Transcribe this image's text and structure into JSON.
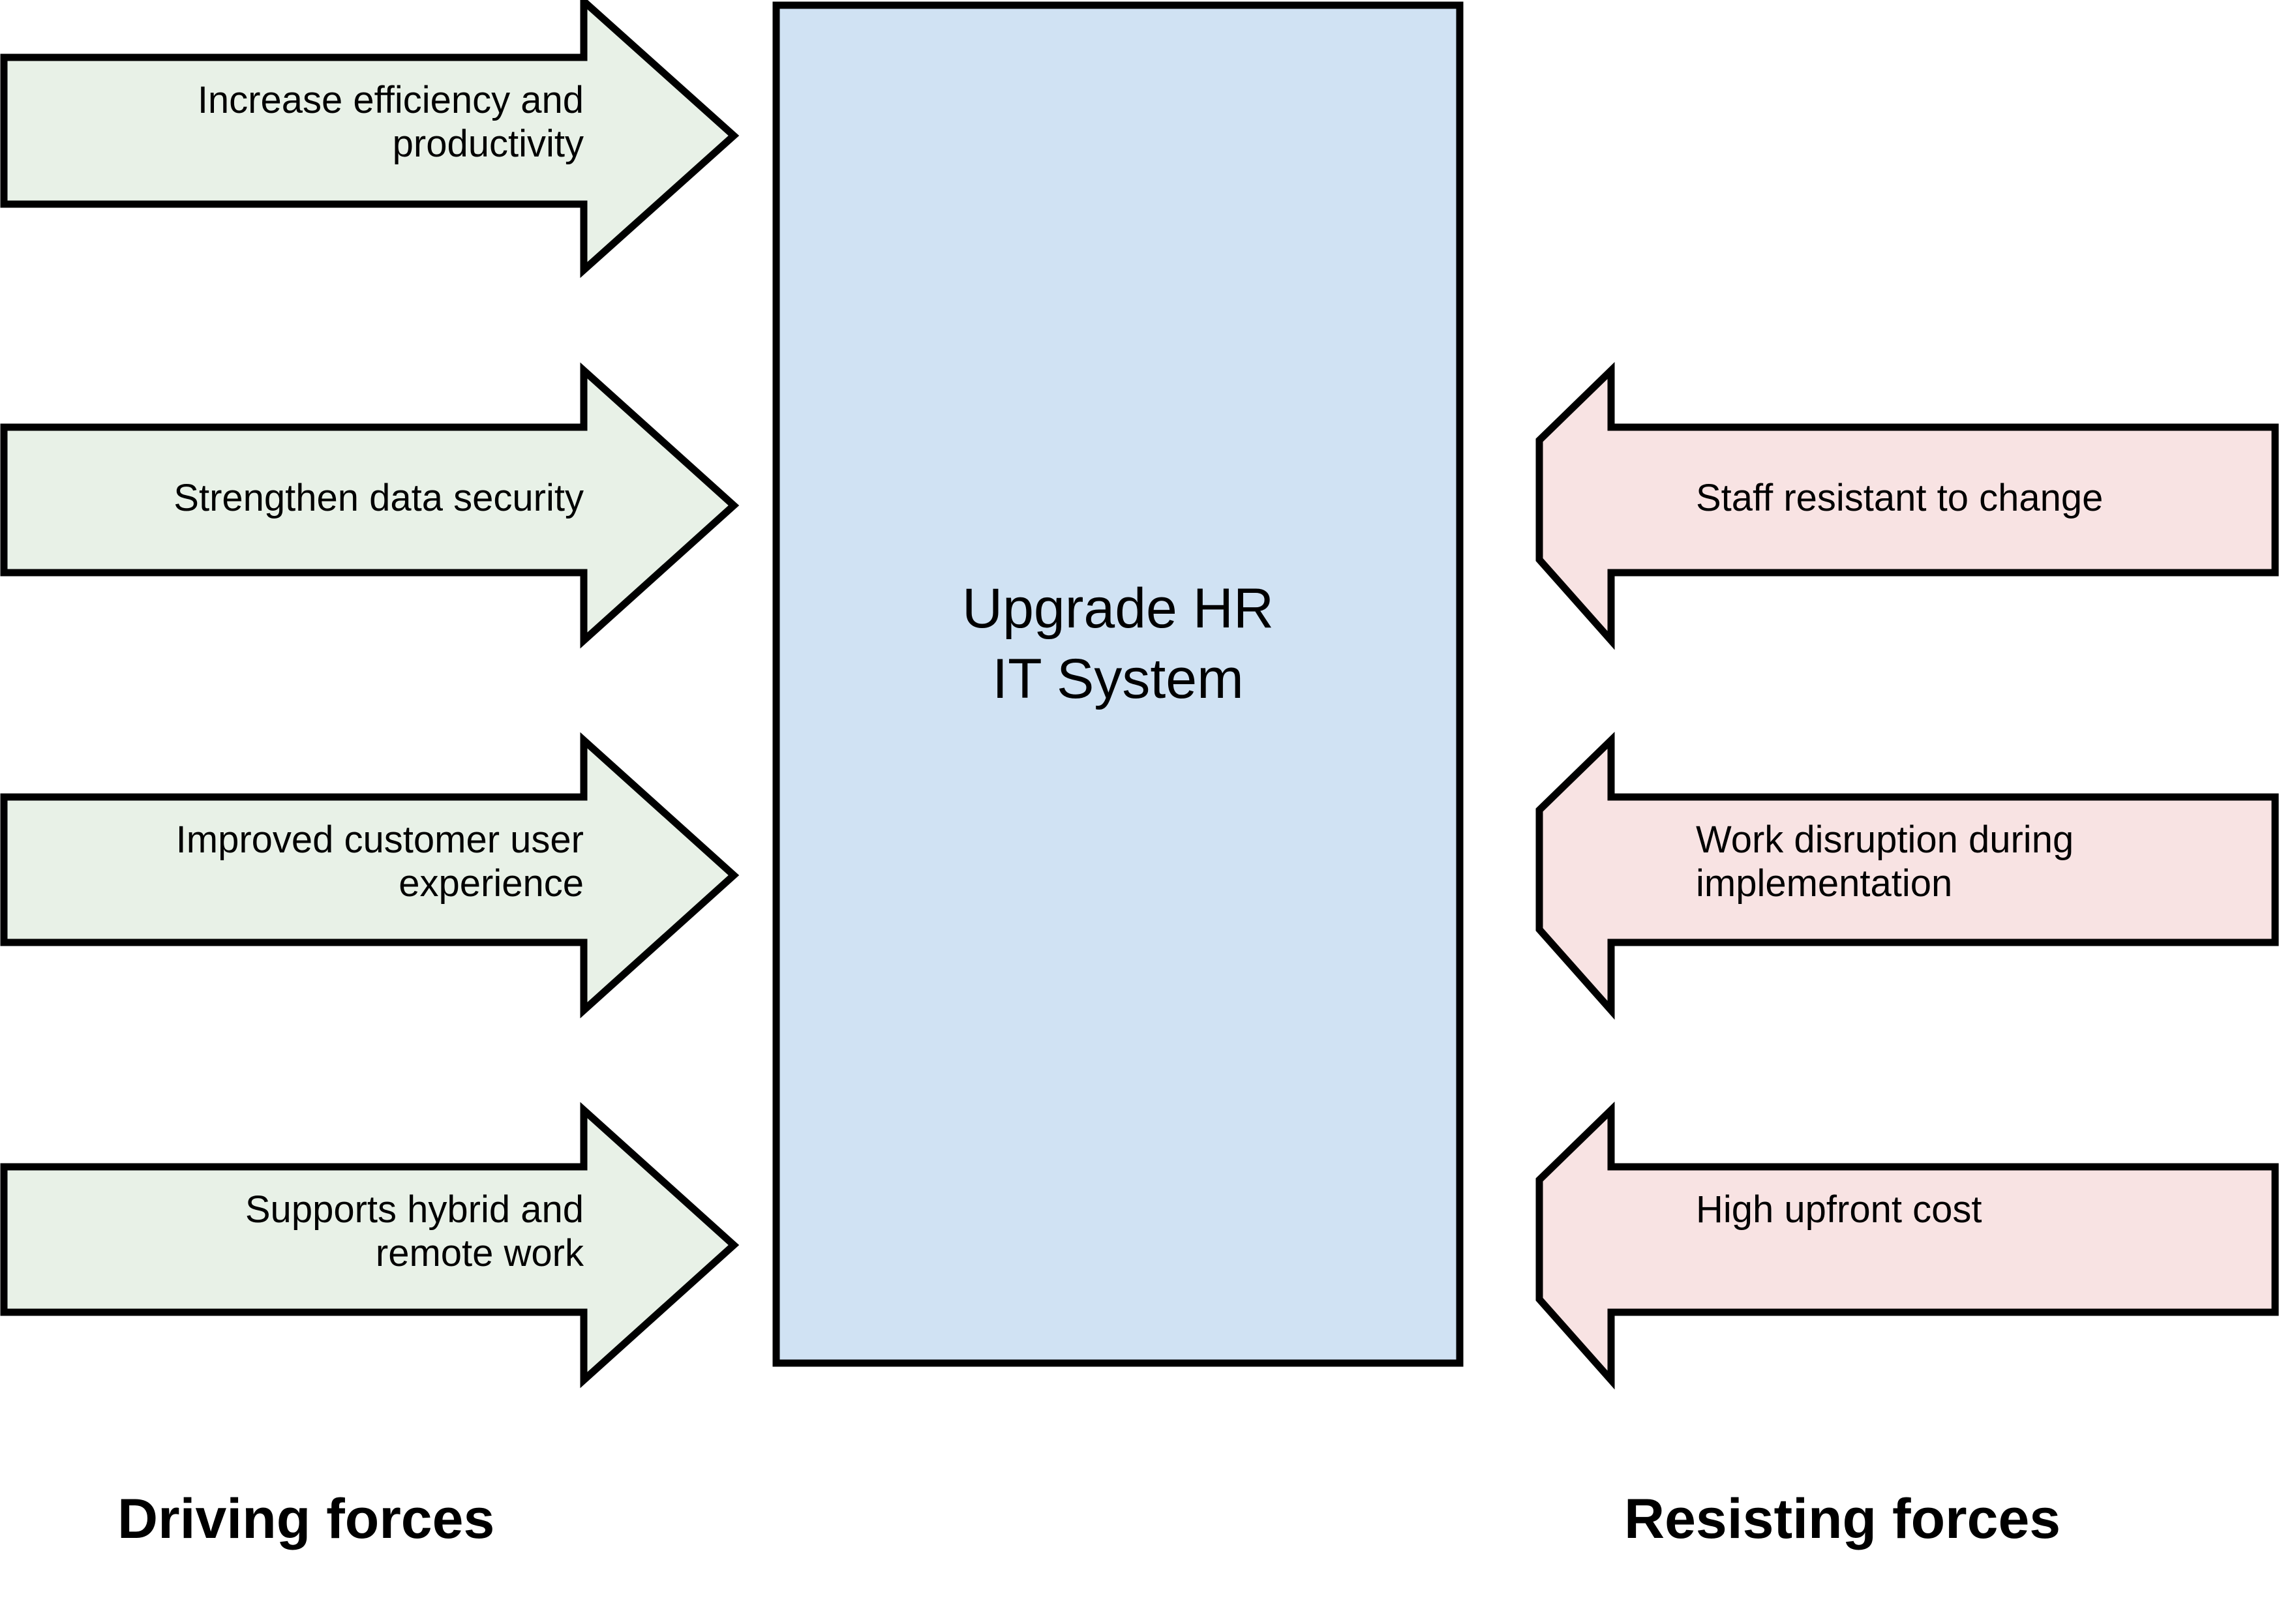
{
  "diagram": {
    "type": "force-field-analysis",
    "center": {
      "title": "Upgrade HR\nIT System",
      "fill": "#D0E2F3",
      "stroke": "#000000"
    },
    "driving": {
      "footer_label": "Driving forces",
      "fill": "#E8F1E7",
      "stroke": "#000000",
      "direction": "right",
      "forces": [
        {
          "label": "Increase efficiency and\nproductivity"
        },
        {
          "label": "Strengthen data security"
        },
        {
          "label": "Improved customer user\nexperience"
        },
        {
          "label": "Supports hybrid and\nremote work"
        }
      ]
    },
    "resisting": {
      "footer_label": "Resisting forces",
      "fill": "#F8E3E3",
      "stroke": "#000000",
      "direction": "left",
      "forces": [
        {
          "label": "Staff resistant to change"
        },
        {
          "label": "Work disruption during\nimplementation"
        },
        {
          "label": "High upfront cost"
        }
      ]
    }
  }
}
